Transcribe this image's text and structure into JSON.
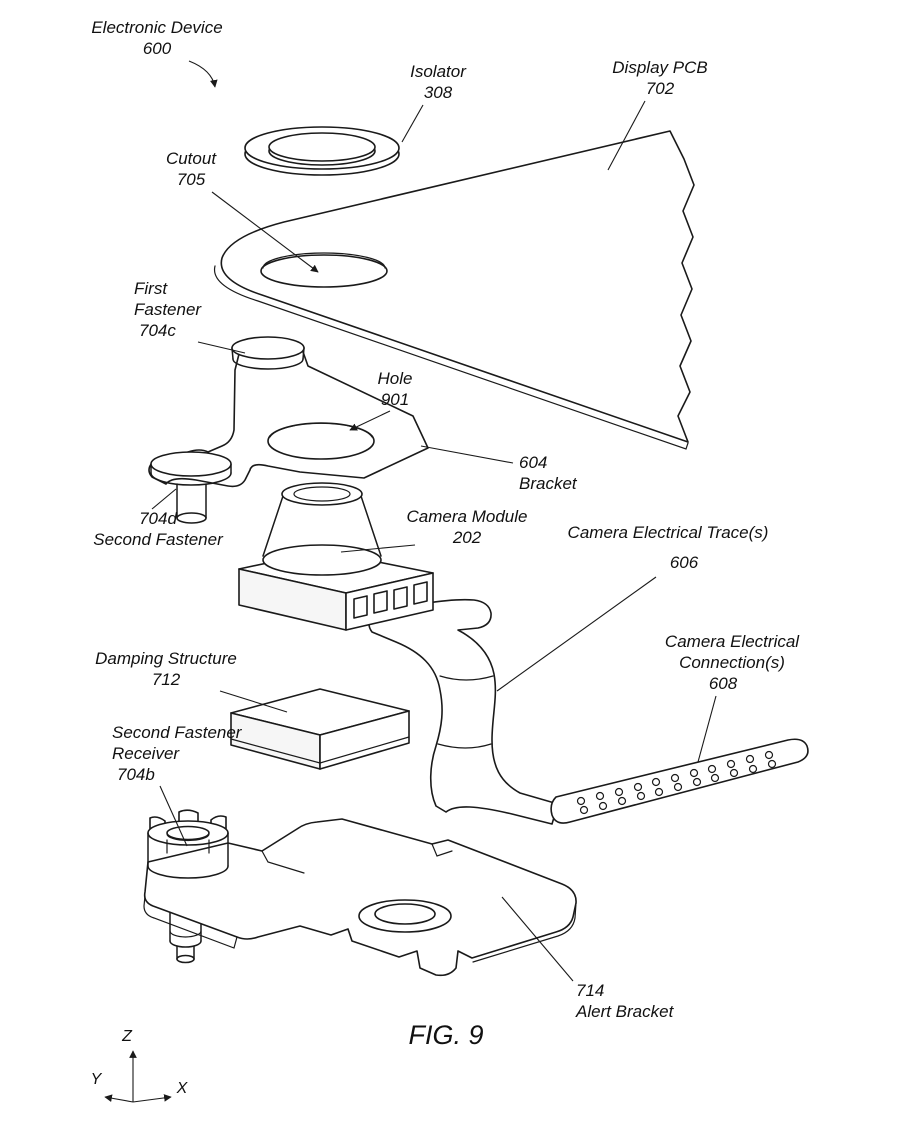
{
  "figure": {
    "caption": "FIG. 9"
  },
  "axes": {
    "x": "X",
    "y": "Y",
    "z": "Z"
  },
  "labels": {
    "electronic_device": {
      "lines": [
        "Electronic Device",
        "600"
      ]
    },
    "isolator": {
      "lines": [
        "Isolator",
        "308"
      ]
    },
    "display_pcb": {
      "lines": [
        "Display PCB",
        "702"
      ]
    },
    "cutout": {
      "lines": [
        "Cutout",
        "705"
      ]
    },
    "first_fastener": {
      "lines": [
        "First",
        "Fastener",
        "704c"
      ]
    },
    "hole": {
      "lines": [
        "Hole",
        "901"
      ]
    },
    "bracket": {
      "lines": [
        "604",
        "Bracket"
      ]
    },
    "second_fastener": {
      "lines": [
        "704d",
        "Second Fastener"
      ]
    },
    "camera_module": {
      "lines": [
        "Camera Module",
        "202"
      ]
    },
    "camera_traces": {
      "lines": [
        "Camera Electrical Trace(s)",
        "606"
      ]
    },
    "damping_structure": {
      "lines": [
        "Damping Structure",
        "712"
      ]
    },
    "camera_connections": {
      "lines": [
        "Camera Electrical",
        "Connection(s)",
        "608"
      ]
    },
    "fastener_receiver": {
      "lines": [
        "Second Fastener",
        "Receiver",
        "704b"
      ]
    },
    "alert_bracket": {
      "lines": [
        "714",
        "Alert Bracket"
      ]
    }
  },
  "colors": {
    "ink": "#1a1a1a",
    "paper": "#ffffff"
  }
}
